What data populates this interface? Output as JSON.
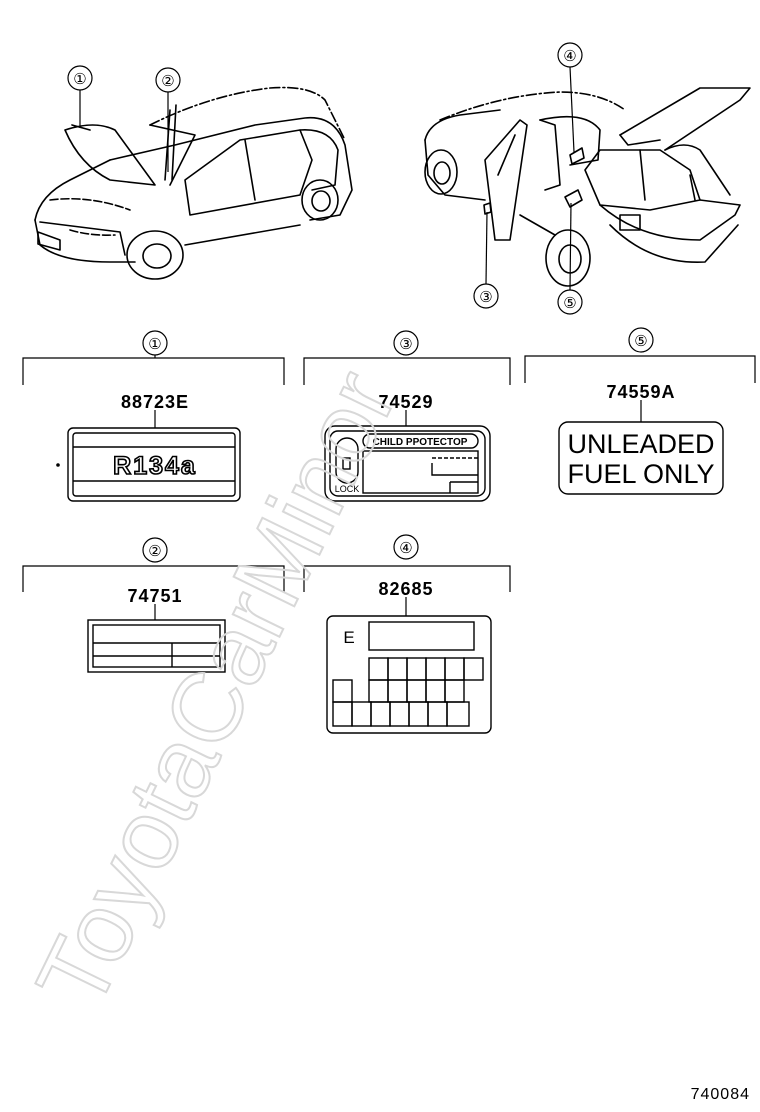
{
  "watermark": "ToyotaCarMinor",
  "diagram_code": "740084",
  "callouts": {
    "c1": "①",
    "c2": "②",
    "c3": "③",
    "c4": "④",
    "c5": "⑤"
  },
  "labels": {
    "l1": {
      "callout": "①",
      "part_number": "88723E",
      "text": "R134a"
    },
    "l2": {
      "callout": "②",
      "part_number": "74751"
    },
    "l3": {
      "callout": "③",
      "part_number": "74529",
      "header": "CHILD PPOTECTOP",
      "lock": "LOCK"
    },
    "l4": {
      "callout": "④",
      "part_number": "82685",
      "letter": "E"
    },
    "l5": {
      "callout": "⑤",
      "part_number": "74559A",
      "line1": "UNLEADED",
      "line2": "FUEL ONLY"
    }
  }
}
